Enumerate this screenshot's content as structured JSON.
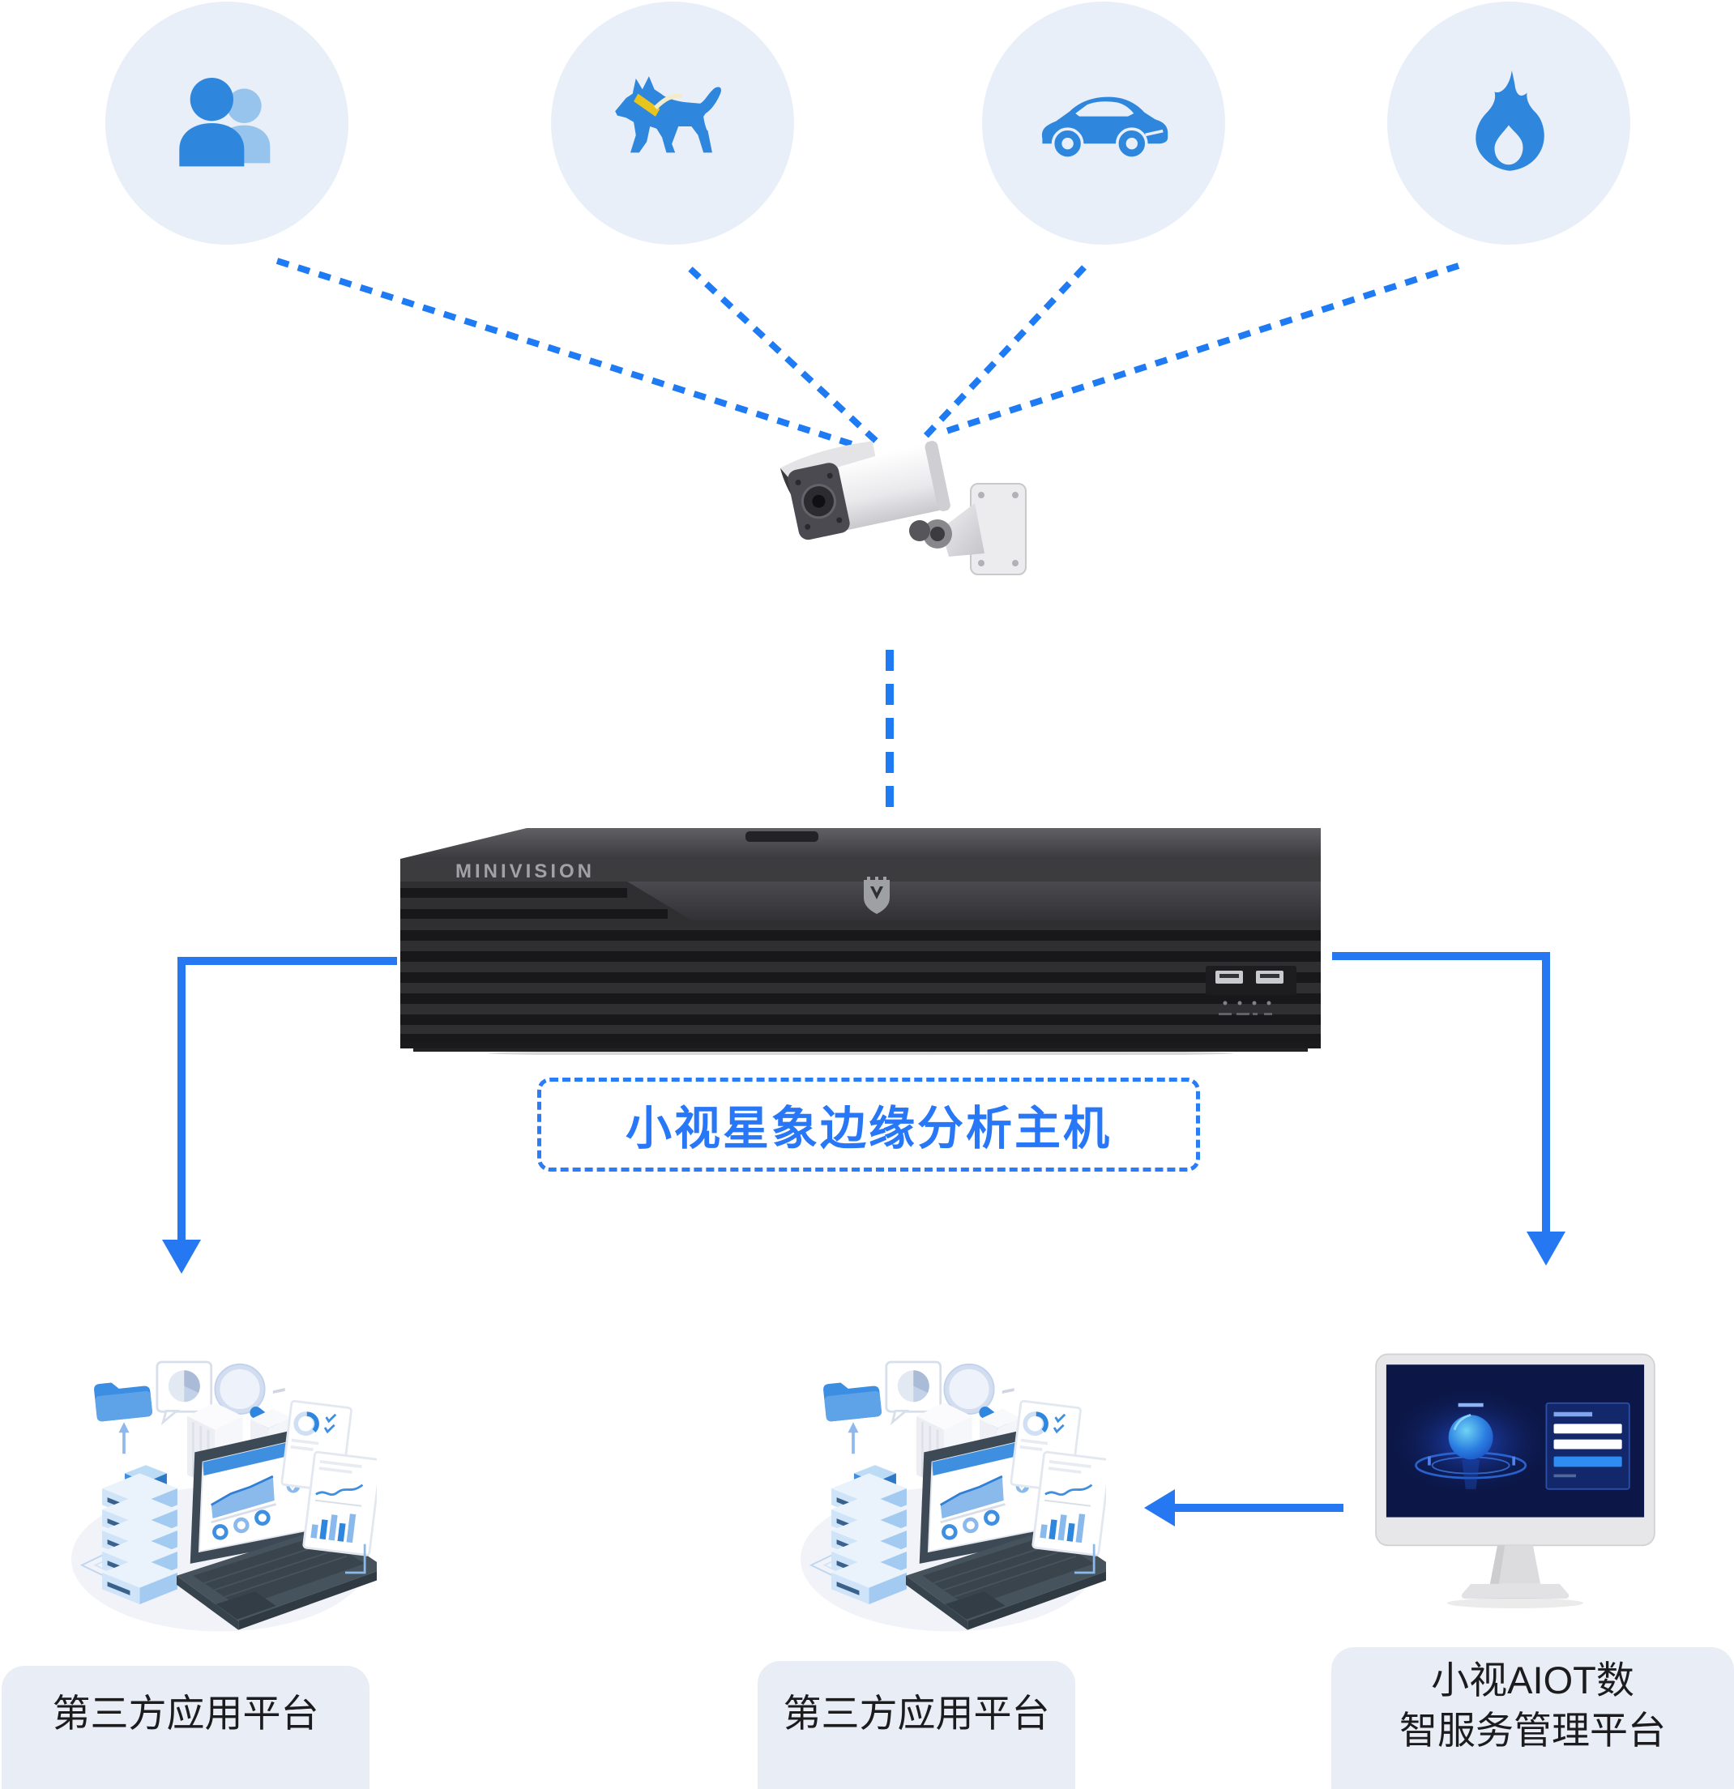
{
  "diagram_title": "edge-analysis-architecture",
  "colors": {
    "accent_blue": "#1e7bf4",
    "arrow_blue": "#2577f2",
    "icon_blue": "#2f87dd",
    "icon_blue_light": "#96c4ec",
    "collar_yellow": "#e8c41d",
    "circle_bg": "#e9eff8",
    "label_text_blue": "#2777f7",
    "label_border_blue": "#2b7cf7",
    "platform_panel_bg": "#e9edf6",
    "device_body": "#2f2f31",
    "screen_navy": "#0c1747"
  },
  "detection_targets": [
    {
      "name": "people",
      "icon": "people-icon"
    },
    {
      "name": "dog",
      "icon": "dog-icon"
    },
    {
      "name": "car",
      "icon": "car-icon"
    },
    {
      "name": "fire",
      "icon": "flame-icon"
    }
  ],
  "camera": {
    "icon": "cctv-bullet-camera"
  },
  "edge_device": {
    "brand": "MINIVISION",
    "logo": "shield-mv-logo",
    "label": "小视星象边缘分析主机",
    "ports": "2x USB"
  },
  "platforms": {
    "left": {
      "label": "第三方应用平台",
      "illustration": "data-analytics-illustration"
    },
    "middle": {
      "label": "第三方应用平台",
      "illustration": "data-analytics-illustration"
    },
    "right": {
      "label_line1": "小视AIOT数",
      "label_line2": "智服务管理平台",
      "illustration": "management-platform-monitor"
    }
  }
}
